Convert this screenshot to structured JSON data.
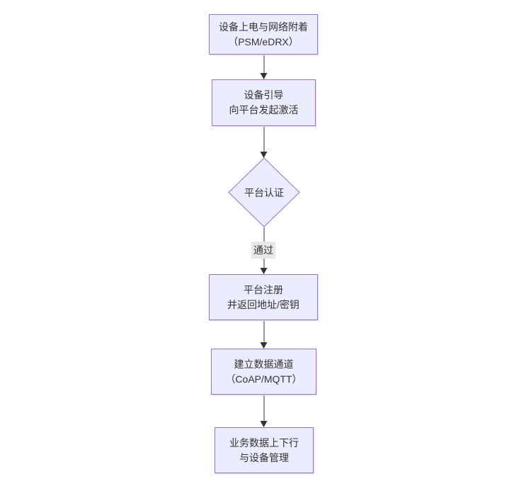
{
  "diagram": {
    "type": "flowchart-top-down",
    "nodes": [
      {
        "id": "A",
        "shape": "rect",
        "lines": [
          "设备上电与网络附着",
          "（PSM/eDRX）"
        ]
      },
      {
        "id": "B",
        "shape": "rect",
        "lines": [
          "设备引导",
          "向平台发起激活"
        ]
      },
      {
        "id": "C",
        "shape": "diamond",
        "lines": [
          "平台认证"
        ]
      },
      {
        "id": "D",
        "shape": "rect",
        "lines": [
          "平台注册",
          "并返回地址/密钥"
        ]
      },
      {
        "id": "E",
        "shape": "rect",
        "lines": [
          "建立数据通道",
          "（CoAP/MQTT）"
        ]
      },
      {
        "id": "F",
        "shape": "rect",
        "lines": [
          "业务数据上下行",
          "与设备管理"
        ]
      }
    ],
    "edges": [
      {
        "from": "A",
        "to": "B",
        "label": ""
      },
      {
        "from": "B",
        "to": "C",
        "label": ""
      },
      {
        "from": "C",
        "to": "D",
        "label": "通过"
      },
      {
        "from": "D",
        "to": "E",
        "label": ""
      },
      {
        "from": "E",
        "to": "F",
        "label": ""
      }
    ],
    "colors": {
      "node_fill": "#ECECFF",
      "node_border": "#9370DB",
      "edge_line": "#333333",
      "text": "#333333",
      "edge_label_bg": "#e8e8e8",
      "background": "#ffffff"
    }
  }
}
